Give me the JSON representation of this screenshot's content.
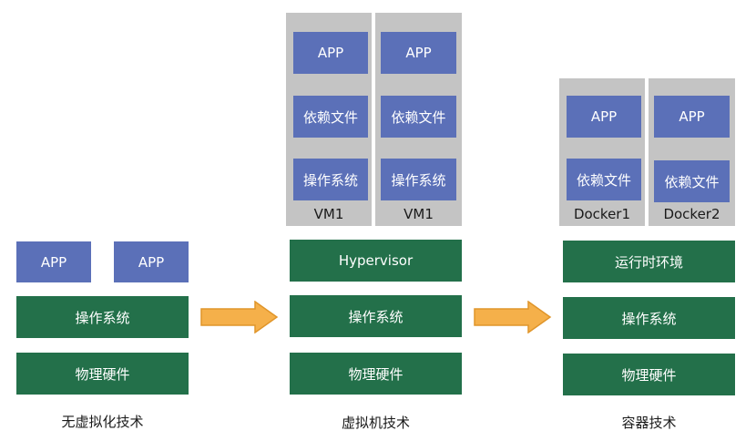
{
  "col1": {
    "app_a": "APP",
    "app_b": "APP",
    "os": "操作系统",
    "hardware": "物理硬件",
    "caption": "无虚拟化技术"
  },
  "col2": {
    "vm_left": {
      "app": "APP",
      "deps": "依赖文件",
      "os": "操作系统",
      "label": "VM1"
    },
    "vm_right": {
      "app": "APP",
      "deps": "依赖文件",
      "os": "操作系统",
      "label": "VM1"
    },
    "hypervisor": "Hypervisor",
    "os": "操作系统",
    "hardware": "物理硬件",
    "caption": "虚拟机技术"
  },
  "col3": {
    "docker_left": {
      "app": "APP",
      "deps": "依赖文件",
      "label": "Docker1"
    },
    "docker_right": {
      "app": "APP",
      "deps": "依赖文件",
      "label": "Docker2"
    },
    "runtime": "运行时环境",
    "os": "操作系统",
    "hardware": "物理硬件",
    "caption": "容器技术"
  },
  "colors": {
    "blue": "#5b70b8",
    "green": "#23704a",
    "gray": "#c4c4c4",
    "arrow_fill": "#f5b04a",
    "arrow_stroke": "#e0952a"
  }
}
